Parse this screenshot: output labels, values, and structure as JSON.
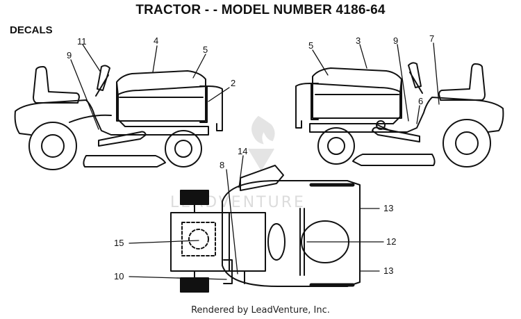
{
  "title": "TRACTOR - - MODEL NUMBER 4186-64",
  "subtitle": "DECALS",
  "footer": "Rendered by LeadVenture, Inc.",
  "watermark": "LEADVENTURE",
  "callouts": {
    "left_11": "11",
    "left_4": "4",
    "left_5": "5",
    "left_9": "9",
    "left_2": "2",
    "right_5": "5",
    "right_3": "3",
    "right_9": "9",
    "right_7": "7",
    "right_6": "6",
    "top_14": "14",
    "top_8": "8",
    "top_15": "15",
    "top_10": "10",
    "top_12": "12",
    "top_13a": "13",
    "top_13b": "13"
  },
  "colors": {
    "line": "#111111",
    "watermark": "#dcdcdc"
  }
}
